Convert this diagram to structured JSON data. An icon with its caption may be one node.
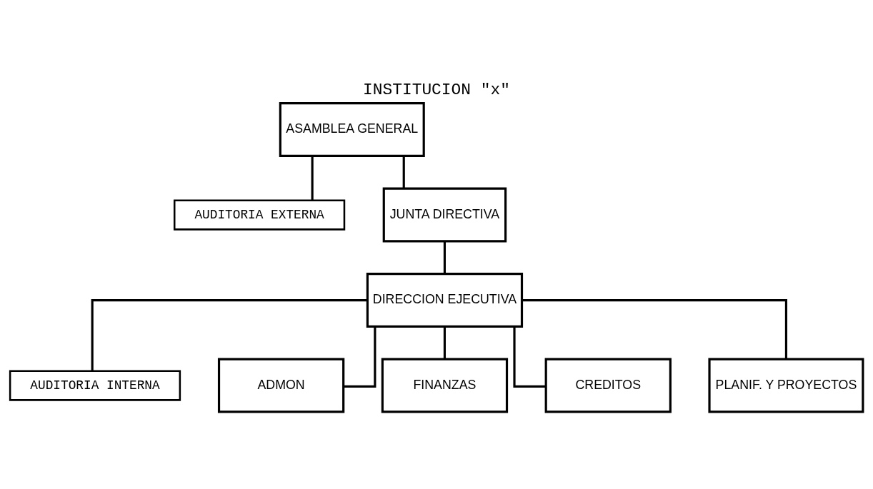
{
  "diagram": {
    "title": "INSTITUCION \"x\"",
    "nodes": [
      {
        "text": [
          "ASAMBLEA GENERAL"
        ]
      },
      {
        "text": [
          "AUDITORIA EXTERNA"
        ]
      },
      {
        "text": [
          "JUNTA DIRECTIVA"
        ]
      },
      {
        "text": [
          "DIRECCION EJECUTIVA"
        ]
      },
      {
        "text": [
          "AUDITORIA INTERNA"
        ]
      },
      {
        "text": [
          "ADMON"
        ]
      },
      {
        "text": [
          "FINANZAS"
        ]
      },
      {
        "text": [
          "CREDITOS"
        ]
      },
      {
        "text": [
          "PLANIF. Y PROYECTOS"
        ]
      }
    ],
    "edges": [
      {
        "from": 0,
        "to": 2,
        "arrow": "none"
      },
      {
        "from": 0,
        "to": 1,
        "arrow": "none"
      },
      {
        "from": 2,
        "to": 3,
        "arrow": "none"
      },
      {
        "from": 3,
        "to": 4,
        "arrow": "none"
      },
      {
        "from": 3,
        "to": 5,
        "arrow": "none"
      },
      {
        "from": 3,
        "to": 6,
        "arrow": "none"
      },
      {
        "from": 3,
        "to": 7,
        "arrow": "none"
      },
      {
        "from": 3,
        "to": 8,
        "arrow": "none"
      }
    ]
  }
}
